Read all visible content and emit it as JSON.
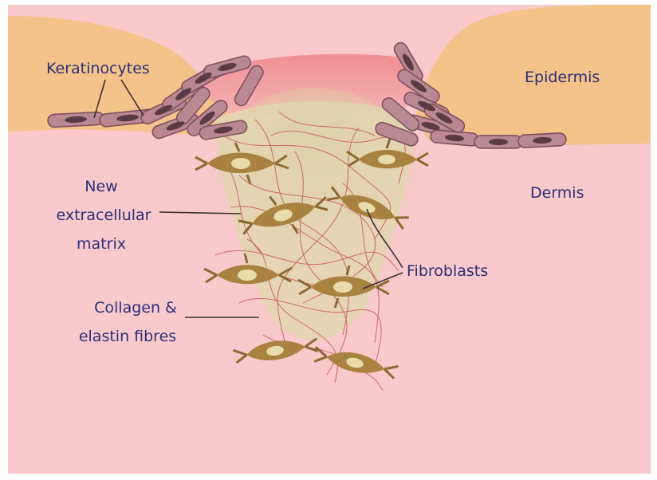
{
  "labels": {
    "keratinocytes": "Keratinocytes",
    "epidermis": "Epidermis",
    "dermis": "Dermis",
    "new_ecm_line1": "New",
    "new_ecm_line2": "extracellular",
    "new_ecm_line3": "matrix",
    "fibroblasts": "Fibroblasts",
    "collagen_line1": "Collagen &",
    "collagen_line2": "elastin fibres"
  },
  "colors": {
    "epidermis": "#f3c38a",
    "dermis": "#f9c9cb",
    "wound_scab": "#ef8f95",
    "new_matrix": "#dcd2a6",
    "keratinocyte_cell": "#b98892",
    "keratinocyte_nucleus": "#5a3a44",
    "fibroblast": "#a8823e",
    "fibroblast_nucleus": "#e9dcaa",
    "fibre": "#c4434e",
    "label_text": "#2a2f7a"
  }
}
